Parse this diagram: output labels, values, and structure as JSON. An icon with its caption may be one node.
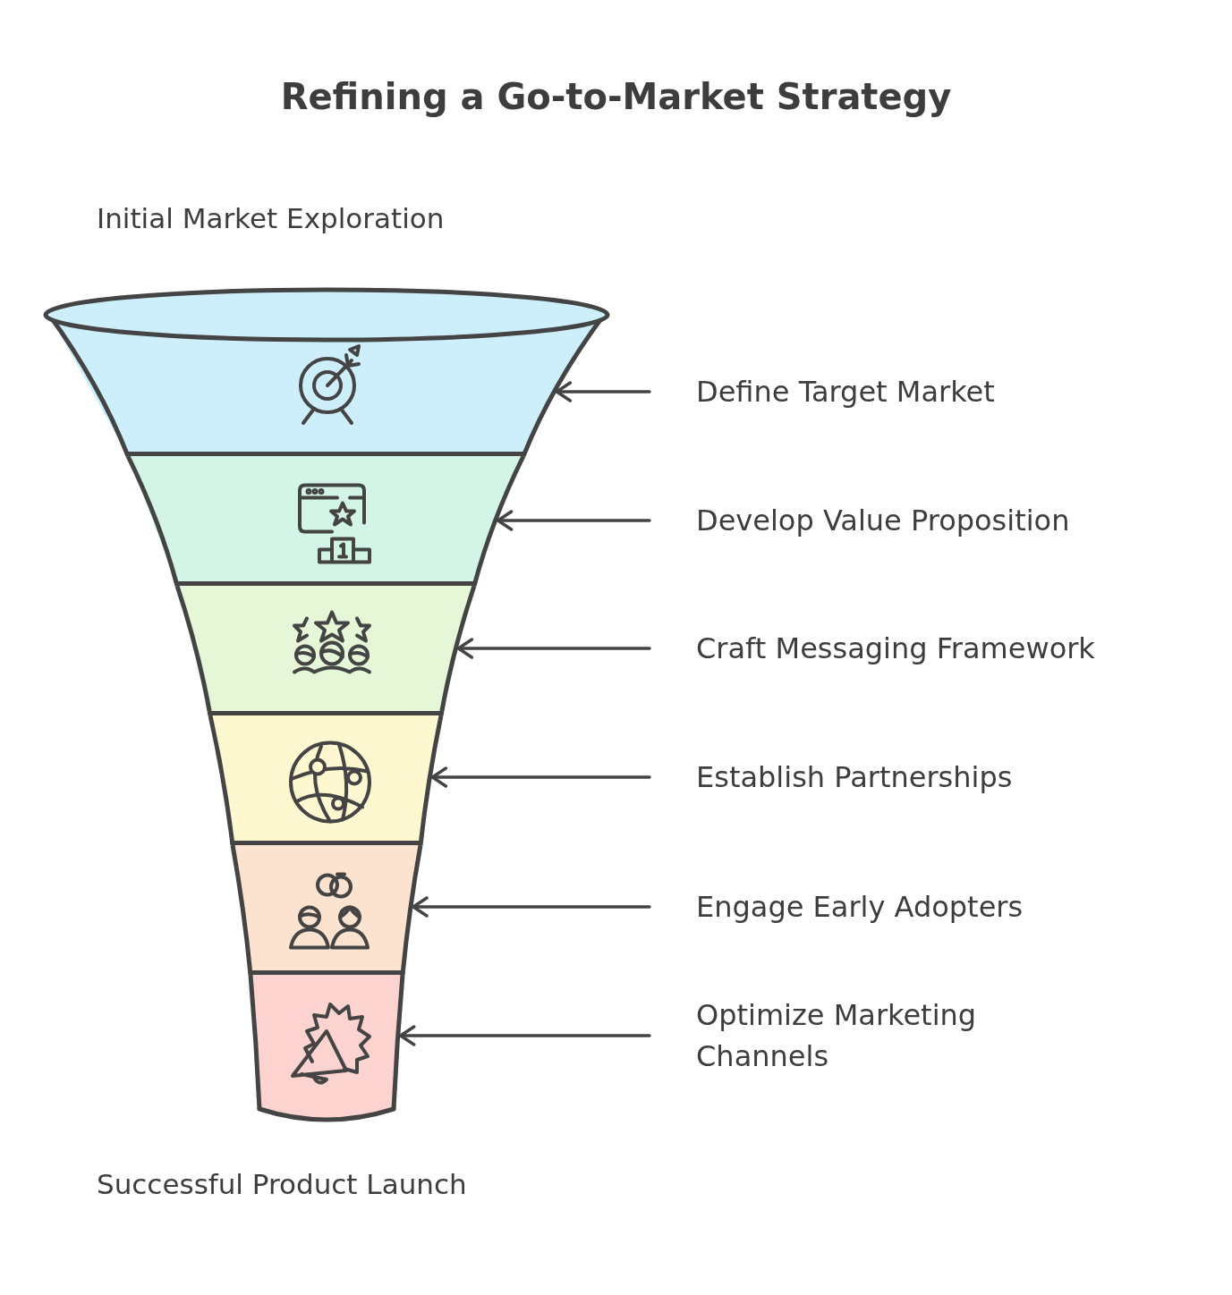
{
  "diagram": {
    "title": "Refining a Go-to-Market Strategy",
    "nodes": [
      {
        "text": [],
        "shape": "band"
      },
      {
        "text": [],
        "shape": "band"
      },
      {
        "text": [],
        "shape": "band"
      },
      {
        "text": [],
        "shape": "band"
      },
      {
        "text": [],
        "shape": "band"
      },
      {
        "text": [],
        "shape": "band"
      },
      {
        "text": [
          "Define Target Market"
        ]
      },
      {
        "text": [
          "Develop Value Proposition"
        ]
      },
      {
        "text": [
          "Craft Messaging Framework"
        ]
      },
      {
        "text": [
          "Establish Partnerships"
        ]
      },
      {
        "text": [
          "Engage Early Adopters"
        ]
      },
      {
        "text": [
          "Optimize Marketing Channels"
        ]
      }
    ],
    "edges": [
      {
        "from": 6,
        "to": 0,
        "arrow": "to"
      },
      {
        "from": 7,
        "to": 1,
        "arrow": "to"
      },
      {
        "from": 8,
        "to": 2,
        "arrow": "to"
      },
      {
        "from": 9,
        "to": 3,
        "arrow": "to"
      },
      {
        "from": 10,
        "to": 4,
        "arrow": "to"
      },
      {
        "from": 11,
        "to": 5,
        "arrow": "to"
      }
    ],
    "labels": [
      "Initial Market Exploration",
      "Successful Product Launch"
    ]
  }
}
